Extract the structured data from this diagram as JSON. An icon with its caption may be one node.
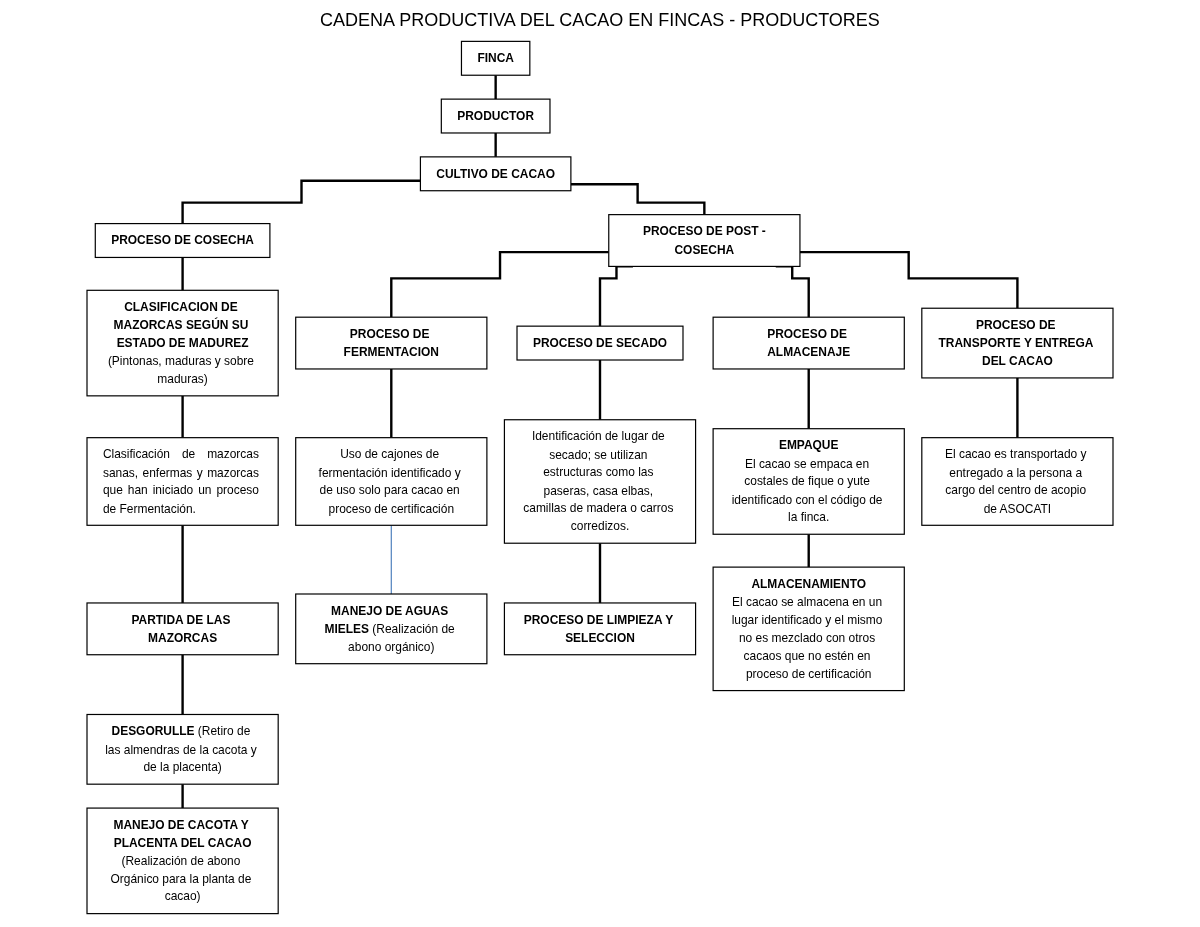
{
  "diagram": {
    "title": "CADENA PRODUCTIVA DEL CACAO EN FINCAS - PRODUCTORES",
    "nodes": [
      {
        "text": [
          "FINCA"
        ]
      },
      {
        "text": [
          "PRODUCTOR"
        ]
      },
      {
        "text": [
          "CULTIVO DE CACAO"
        ]
      },
      {
        "text": [
          "PROCESO DE COSECHA"
        ]
      },
      {
        "text": [
          "CLASIFICACION DE MAZORCAS SEGÚN SU ESTADO DE MADUREZ",
          "(Pintonas, maduras y sobre maduras)"
        ]
      },
      {
        "text": [
          "Clasificación de mazorcas sanas, enfermas y mazorcas que han iniciado un proceso de Fermentación."
        ]
      },
      {
        "text": [
          "PARTIDA DE LAS MAZORCAS"
        ]
      },
      {
        "text": [
          "**DESGORULLE** (Retiro de las almendras de la cacota y de la placenta)"
        ]
      },
      {
        "text": [
          "MANEJO DE CACOTA Y PLACENTA DEL CACAO",
          "(Realización de abono Orgánico para la planta de cacao)"
        ]
      },
      {
        "text": [
          "PROCESO DE POST -COSECHA"
        ]
      },
      {
        "text": [
          "PROCESO DE FERMENTACION"
        ]
      },
      {
        "text": [
          "PROCESO DE SECADO"
        ]
      },
      {
        "text": [
          "PROCESO DE ALMACENAJE"
        ]
      },
      {
        "text": [
          "PROCESO DE TRANSPORTE Y ENTREGA DEL CACAO"
        ]
      },
      {
        "text": [
          "Uso de cajones de fermentación identificado y de uso solo para cacao en proceso de certificación"
        ]
      },
      {
        "text": [
          "**MANEJO DE AGUAS MIELES** (Realización de abono orgánico)"
        ]
      },
      {
        "text": [
          "Identificación de lugar de secado; se utilizan estructuras como las paseras, casa elbas, camillas de madera o carros corredizos."
        ]
      },
      {
        "text": [
          "PROCESO DE LIMPIEZA Y SELECCION"
        ]
      },
      {
        "text": [
          "EMPAQUE",
          "El cacao se empaca en costales de fique o yute identificado con el código de la finca."
        ]
      },
      {
        "text": [
          "ALMACENAMIENTO",
          "El cacao se almacena en un lugar identificado y el mismo no es mezclado con otros cacaos que no estén en proceso de certificación"
        ]
      },
      {
        "text": [
          "El cacao es transportado y entregado a la persona a cargo del centro de acopio de ASOCATI"
        ]
      }
    ],
    "edges": [
      {
        "from": 0,
        "to": 1,
        "arrow": "none"
      },
      {
        "from": 1,
        "to": 2,
        "arrow": "none"
      },
      {
        "from": 2,
        "to": 3,
        "arrow": "none"
      },
      {
        "from": 3,
        "to": 4,
        "arrow": "none"
      },
      {
        "from": 4,
        "to": 5,
        "arrow": "none"
      },
      {
        "from": 5,
        "to": 6,
        "arrow": "none"
      },
      {
        "from": 6,
        "to": 7,
        "arrow": "none"
      },
      {
        "from": 7,
        "to": 8,
        "arrow": "none"
      },
      {
        "from": 2,
        "to": 9,
        "arrow": "none"
      },
      {
        "from": 9,
        "to": 10,
        "arrow": "none"
      },
      {
        "from": 9,
        "to": 11,
        "arrow": "none"
      },
      {
        "from": 9,
        "to": 12,
        "arrow": "none"
      },
      {
        "from": 9,
        "to": 13,
        "arrow": "none"
      },
      {
        "from": 10,
        "to": 14,
        "arrow": "none"
      },
      {
        "from": 14,
        "to": 15,
        "arrow": "none",
        "color": "#4f81bd"
      },
      {
        "from": 11,
        "to": 16,
        "arrow": "none"
      },
      {
        "from": 16,
        "to": 17,
        "arrow": "none"
      },
      {
        "from": 12,
        "to": 18,
        "arrow": "none"
      },
      {
        "from": 18,
        "to": 19,
        "arrow": "none"
      },
      {
        "from": 13,
        "to": 20,
        "arrow": "none"
      }
    ]
  }
}
